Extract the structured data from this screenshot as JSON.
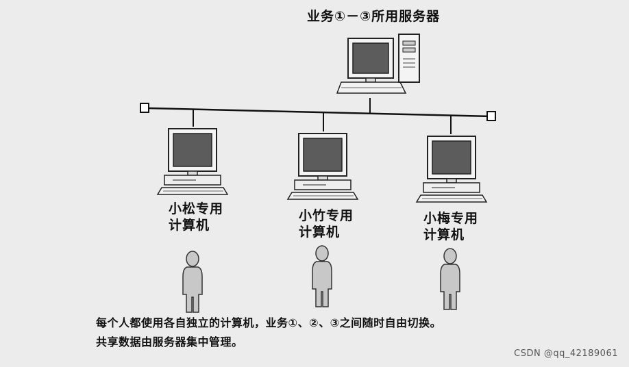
{
  "server_label": "业务①－③所用服务器",
  "computers": [
    {
      "label_line1": "小松专用",
      "label_line2": "计算机"
    },
    {
      "label_line1": "小竹专用",
      "label_line2": "计算机"
    },
    {
      "label_line1": "小梅专用",
      "label_line2": "计算机"
    }
  ],
  "caption_line1": "每个人都使用各自独立的计算机，业务①、②、③之间随时自由切换。",
  "caption_line2": "共享数据由服务器集中管理。",
  "watermark": "CSDN @qq_42189061"
}
